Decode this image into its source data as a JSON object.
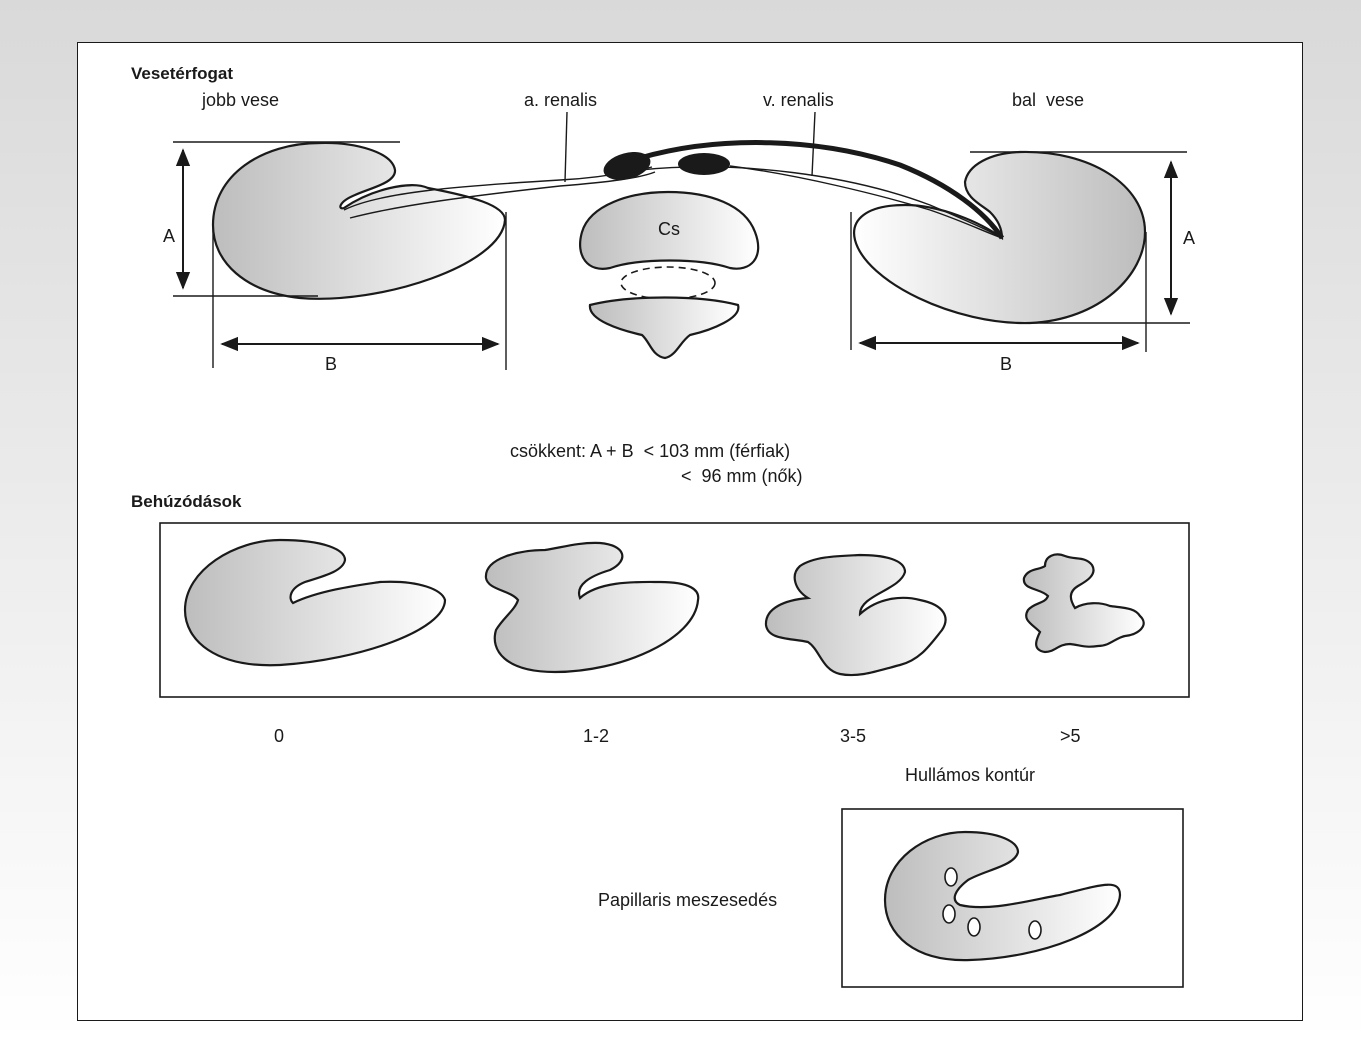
{
  "volume": {
    "heading": "Vesetérfogat",
    "right_kidney": "jobb vese",
    "left_kidney": "bal  vese",
    "artery": "a. renalis",
    "vein": "v. renalis",
    "vertebra": "Cs",
    "dim_a": "A",
    "dim_b": "B",
    "formula_line1": "csökkent: A + B  < 103 mm (férfiak)",
    "formula_line2": "<  96 mm (nők)"
  },
  "indentations": {
    "heading": "Behúzódások",
    "grades": [
      "0",
      "1-2",
      "3-5",
      ">5"
    ]
  },
  "wavy_contour": "Hullámos kontúr",
  "papillary_calcification": "Papillaris meszesedés"
}
